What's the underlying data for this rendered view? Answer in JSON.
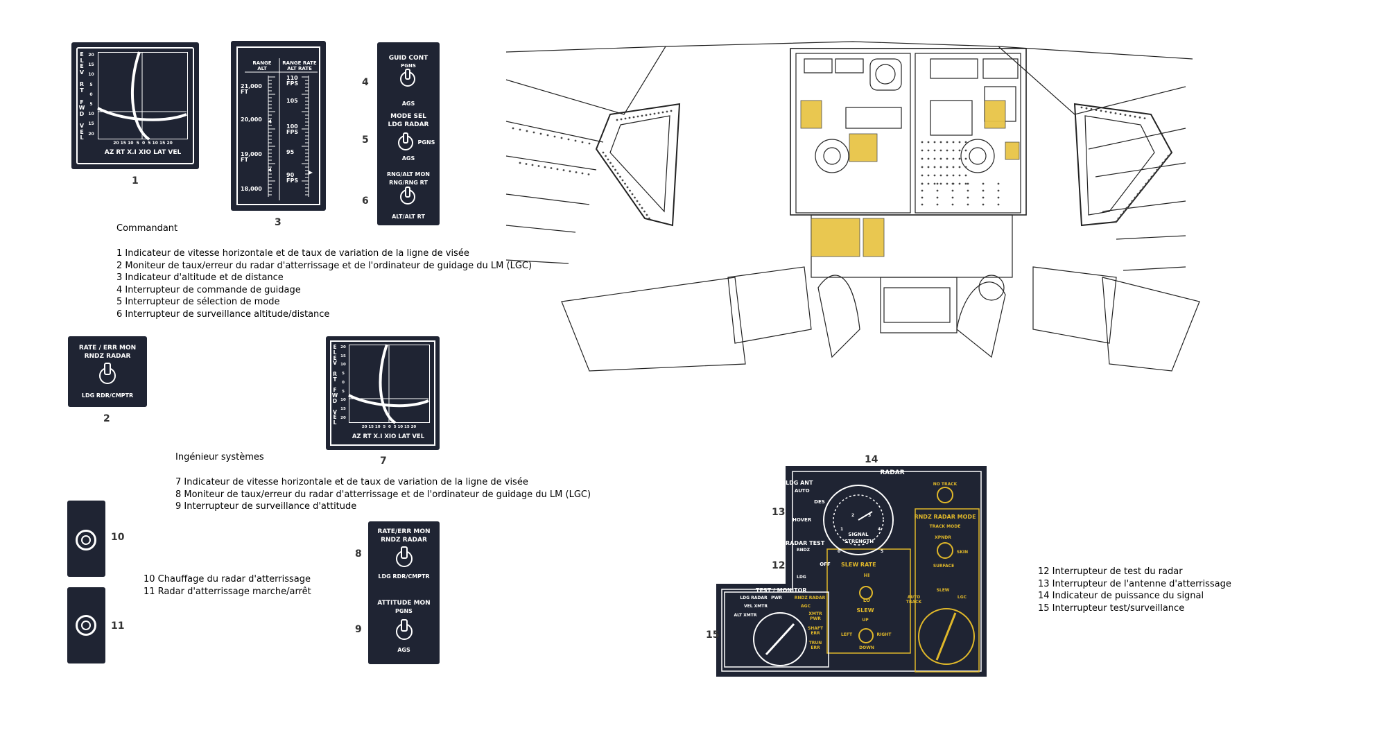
{
  "commander": {
    "title": "Commandant",
    "items": [
      "1 Indicateur de vitesse horizontale et de taux de variation de la ligne de visée",
      "2 Moniteur de taux/erreur du radar d'atterrissage et de l'ordinateur de guidage du LM (LGC)",
      "3 Indicateur d'altitude et de distance",
      "4 Interrupteur de commande de guidage",
      "5 Interrupteur de sélection de mode",
      "6 Interrupteur de surveillance altitude/distance"
    ]
  },
  "engineer": {
    "title": "Ingénieur systèmes",
    "items": [
      "7 Indicateur de vitesse horizontale et de taux de variation de la ligne de visée",
      "8 Moniteur de taux/erreur du radar d'atterrissage et de l'ordinateur de guidage du LM (LGC)",
      "9 Interrupteur de surveillance d'attitude"
    ]
  },
  "heater": {
    "items": [
      "10 Chauffage du radar d'atterrissage",
      "11 Radar d'atterrissage marche/arrêt"
    ]
  },
  "radar_legend": {
    "items": [
      "12 Interrupteur de test du radar",
      "13 Interrupteur de l'antenne d'atterrissage",
      "14 Indicateur de puissance du signal",
      "15 Interrupteur test/surveillance"
    ]
  },
  "numbers": {
    "n1": "1",
    "n2": "2",
    "n3": "3",
    "n4": "4",
    "n5": "5",
    "n6": "6",
    "n7": "7",
    "n8": "8",
    "n9": "9",
    "n10": "10",
    "n11": "11",
    "n12": "12",
    "n13": "13",
    "n14": "14",
    "n15": "15"
  },
  "panel_velocity": {
    "left_label": [
      "E",
      "L",
      "E",
      "V",
      "",
      "R",
      "T",
      "",
      "F",
      "W",
      "D",
      "",
      "V",
      "E",
      "L"
    ],
    "y_ticks": [
      "20",
      "15",
      "10",
      "5",
      "0",
      "5",
      "10",
      "15",
      "20"
    ],
    "x_ticks": "20 15 10  5  0  5 10 15 20",
    "bottom_label": "AZ RT X.I XIO LAT VEL"
  },
  "panel_range": {
    "head_left": "RANGE\nALT",
    "head_right": "RANGE RATE\nALT RATE",
    "left_ticks": [
      "21,000\nFT",
      "20,000",
      "19,000\nFT",
      "18,000"
    ],
    "right_ticks": [
      "110\nFPS",
      "105",
      "100\nFPS",
      "95",
      "90\nFPS"
    ]
  },
  "panel_switches_a": {
    "guid_title": "GUID CONT",
    "guid_sub": "PGNS",
    "guid_bottom": "AGS",
    "mode_title": "MODE SEL",
    "mode_sub": "LDG RADAR",
    "mode_right": "PGNS",
    "mode_bottom": "AGS",
    "rng_title": "RNG/ALT MON",
    "rng_sub": "RNG/RNG RT",
    "rng_bottom": "ALT/ALT RT"
  },
  "panel_rate_err": {
    "title": "RATE / ERR MON",
    "sub": "RNDZ RADAR",
    "bottom": "LDG RDR/CMPTR"
  },
  "panel_switches_b": {
    "rate_title": "RATE/ERR MON",
    "rate_sub": "RNDZ RADAR",
    "rate_bottom": "LDG RDR/CMPTR",
    "att_title": "ATTITUDE MON",
    "att_sub": "PGNS",
    "att_bottom": "AGS"
  },
  "radar_panel": {
    "title": "RADAR",
    "ldg_ant": "LDG ANT",
    "auto": "AUTO",
    "des": "DES",
    "hover": "HOVER",
    "radar_test": "RADAR TEST",
    "rndz": "RNDZ",
    "off": "OFF",
    "ldg": "LDG",
    "signal": "SIGNAL",
    "strength": "STRENGTH",
    "dial_nums": [
      "0",
      "1",
      "2",
      "3",
      "4",
      "5"
    ],
    "slew_rate": "SLEW RATE",
    "hi": "HI",
    "lo": "LO",
    "slew": "SLEW",
    "up": "UP",
    "left": "LEFT",
    "right": "RIGHT",
    "down": "DOWN",
    "no_track": "NO TRACK",
    "mode_title": "RNDZ RADAR MODE",
    "track_mode": "TRACK MODE",
    "xpndr": "XPNDR",
    "skin": "SKIN",
    "surface": "SURFACE",
    "mode_slew": "SLEW",
    "auto_track": "AUTO\nTRACK",
    "lgc": "LGC",
    "test_monitor": "TEST / MONITOR",
    "ldg_radar": "LDG RADAR",
    "pwr": "PWR",
    "rndz_radar": "RNDZ RADAR",
    "vel_xmtr": "VEL  XMTR",
    "alt_xmtr": "ALT XMTR",
    "agc": "AGC",
    "xmtr_pwr": "XMTR\nPWR",
    "shaft_err": "SHAFT\nERR",
    "trun_err": "TRUN\nERR"
  },
  "colors": {
    "panel": "#1f2433",
    "yellow": "#e0b82a",
    "highlight": "#e8c547"
  }
}
